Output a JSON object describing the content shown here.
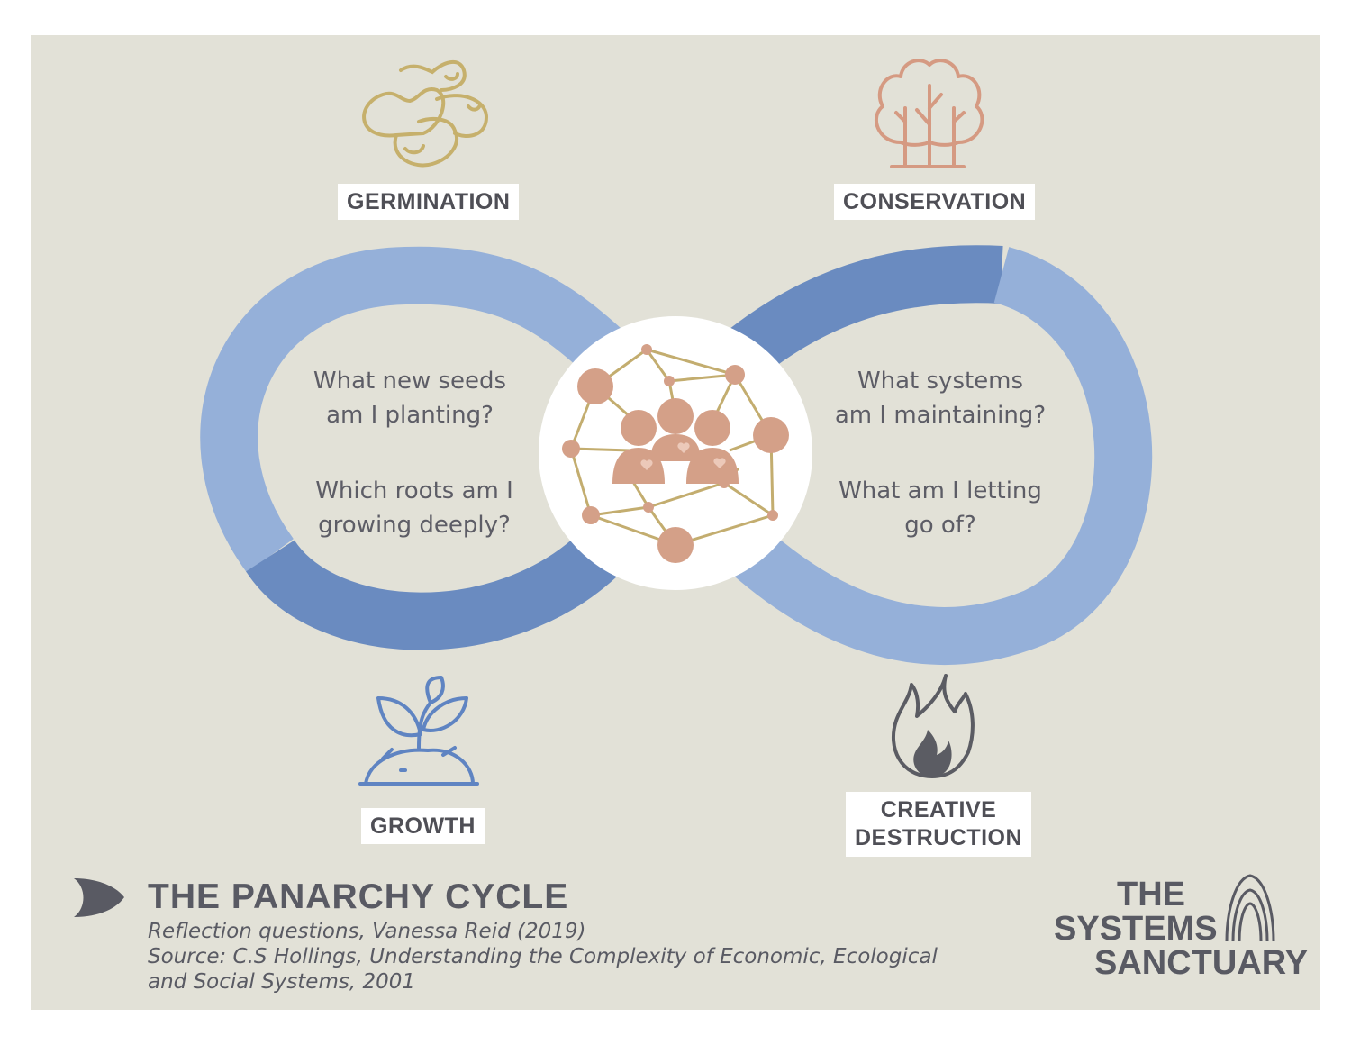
{
  "stages": {
    "germination": "GERMINATION",
    "conservation": "CONSERVATION",
    "growth": "GROWTH",
    "creative_destruction": [
      "CREATIVE",
      "DESTRUCTION"
    ]
  },
  "questions": {
    "left": {
      "q1": [
        "What new seeds",
        "am I planting?"
      ],
      "q2": [
        "Which roots am I",
        "growing deeply?"
      ]
    },
    "right": {
      "q1": [
        "What systems",
        "am I maintaining?"
      ],
      "q2": [
        "What am I letting",
        "go of?"
      ]
    }
  },
  "footer": {
    "title": "THE PANARCHY CYCLE",
    "line1": "Reflection questions, Vanessa Reid (2019)",
    "line2": "Source: C.S Hollings, Understanding the Complexity of Economic, Ecological",
    "line3": "and Social Systems, 2001"
  },
  "logo": {
    "line1": "THE",
    "line2": "SYSTEMS",
    "line3": "SANCTUARY"
  },
  "colors": {
    "background": "#e2e1d7",
    "loop_light": "#95b0d9",
    "loop_dark": "#6a8bc0",
    "nodes": "#d4a088",
    "network_lines": "#c3ad6f",
    "seeds_icon": "#c6b06c",
    "tree_icon": "#d59a82",
    "sprout_icon": "#5f84c2",
    "fire_icon": "#5b5c63",
    "text": "#595a63"
  },
  "icons": {
    "germination": "seeds-icon",
    "conservation": "tree-icon",
    "growth": "sprout-icon",
    "creative_destruction": "flame-icon",
    "center": "community-network-icon",
    "footer": "arrowhead-icon",
    "logo": "arches-icon"
  }
}
